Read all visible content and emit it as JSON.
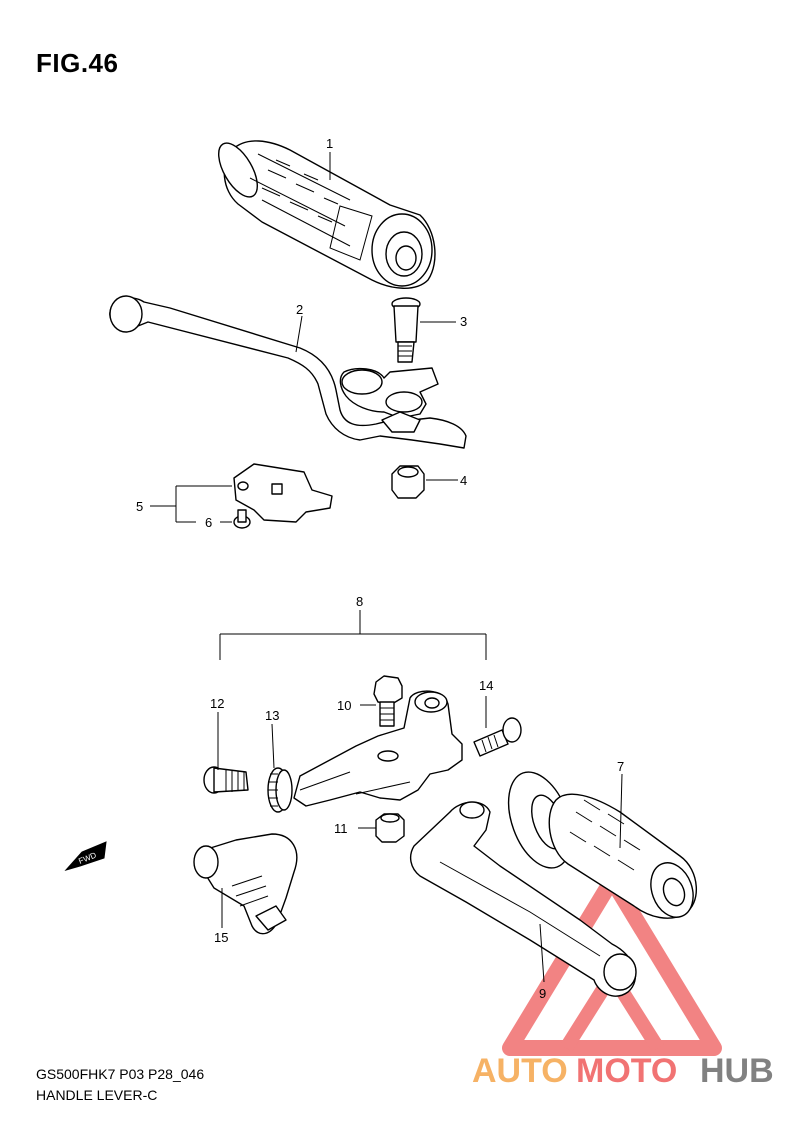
{
  "figure": {
    "title": "FIG.46",
    "code": "GS500FHK7 P03 P28_046",
    "name": "HANDLE LEVER-C",
    "fwd_label": "FWD"
  },
  "callouts": [
    {
      "id": "1",
      "label": "1"
    },
    {
      "id": "2",
      "label": "2"
    },
    {
      "id": "3",
      "label": "3"
    },
    {
      "id": "4",
      "label": "4"
    },
    {
      "id": "5",
      "label": "5"
    },
    {
      "id": "6",
      "label": "6"
    },
    {
      "id": "7",
      "label": "7"
    },
    {
      "id": "8",
      "label": "8"
    },
    {
      "id": "9",
      "label": "9"
    },
    {
      "id": "10",
      "label": "10"
    },
    {
      "id": "11",
      "label": "11"
    },
    {
      "id": "12",
      "label": "12"
    },
    {
      "id": "13",
      "label": "13"
    },
    {
      "id": "14",
      "label": "14"
    },
    {
      "id": "15",
      "label": "15"
    }
  ],
  "watermark": {
    "part1": "AUTO",
    "part2": "MOTO",
    "part3": "HUB",
    "color_orange": "#f5a44a",
    "color_red": "#ee5a5a",
    "color_gray": "#6b6b6b"
  }
}
